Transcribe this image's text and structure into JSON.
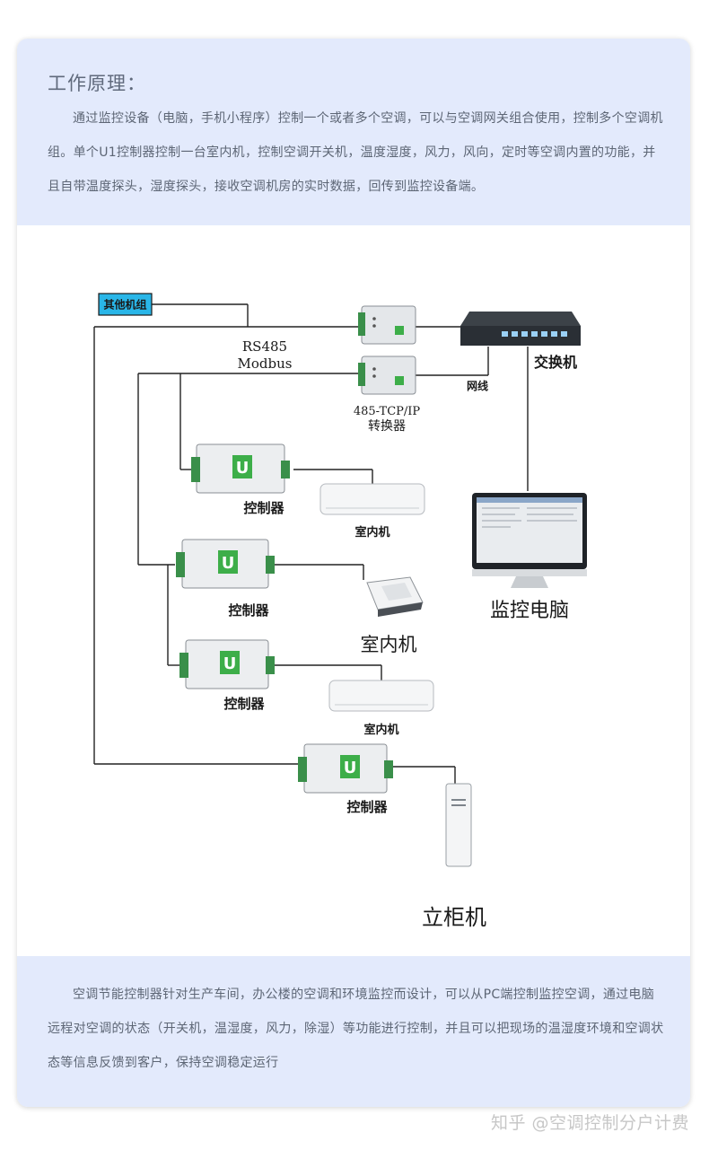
{
  "header": {
    "title": "工作原理：",
    "paragraph": "通过监控设备（电脑，手机小程序）控制一个或者多个空调，可以与空调网关组合使用，控制多个空调机组。单个U1控制器控制一台室内机，控制空调开关机，温度湿度，风力，风向，定时等空调内置的功能，并且自带温度探头，湿度探头，接收空调机房的实时数据，回传到监控设备端。"
  },
  "diagram": {
    "other_units": "其他机组",
    "rs485": "RS485",
    "modbus": "Modbus",
    "switch": "交换机",
    "network_cable": "网线",
    "converter_line1": "485-TCP/IP",
    "converter_line2": "转换器",
    "controller_logo": "U",
    "controller1": "控制器",
    "indoor1": "室内机",
    "controller2": "控制器",
    "indoor2": "室内机",
    "monitor_pc": "监控电脑",
    "controller3": "控制器",
    "indoor3": "室内机",
    "controller4": "控制器",
    "cabinet": "立柜机"
  },
  "footer": {
    "paragraph": "空调节能控制器针对生产车间，办公楼的空调和环境监控而设计，可以从PC端控制监控空调，通过电脑远程对空调的状态（开关机，温湿度，风力，除湿）等功能进行控制，并且可以把现场的温湿度环境和空调状态等信息反馈到客户，保持空调稳定运行"
  },
  "watermark": "知乎 @空调控制分户计费",
  "colors": {
    "panel_bg": "#e3eafc",
    "text": "#5d6675",
    "label_box": "#29b6e8",
    "logo_green": "#3dae49"
  }
}
